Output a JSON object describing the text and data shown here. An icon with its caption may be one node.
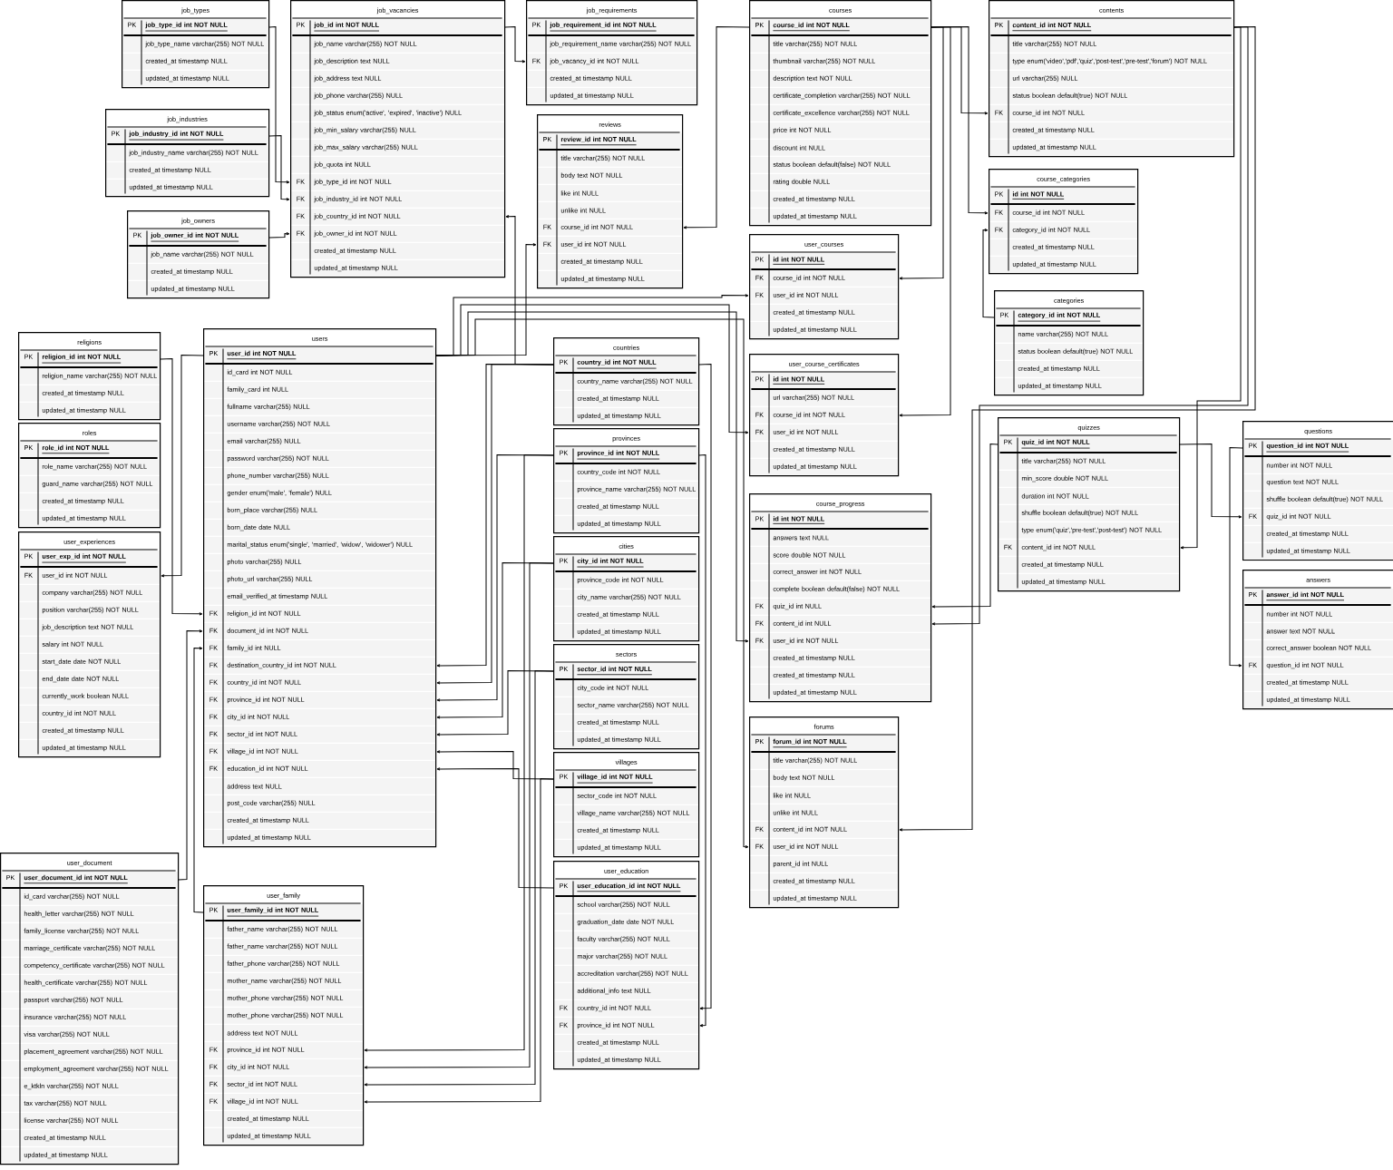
{
  "diagram": {
    "nodes": [
      {
        "text": [
          "job_types"
        ]
      },
      {
        "text": [
          "PK",
          "job_type_id int NOT NULL"
        ],
        "in": 0
      },
      {
        "text": [
          "job_type_name varchar(255) NOT NULL"
        ],
        "in": 0
      },
      {
        "text": [
          "created_at timestamp NULL"
        ],
        "in": 0
      },
      {
        "text": [
          "updated_at timestamp NULL"
        ],
        "in": 0
      },
      {
        "text": [
          "job_industries"
        ]
      },
      {
        "text": [
          "PK",
          "job_industry_id int NOT NULL"
        ],
        "in": 5
      },
      {
        "text": [
          "job_industry_name varchar(255) NOT NULL"
        ],
        "in": 5
      },
      {
        "text": [
          "created_at timestamp NULL"
        ],
        "in": 5
      },
      {
        "text": [
          "updated_at timestamp NULL"
        ],
        "in": 5
      },
      {
        "text": [
          "job_owners"
        ]
      },
      {
        "text": [
          "PK",
          "job_owner_id int NOT NULL"
        ],
        "in": 10
      },
      {
        "text": [
          "job_name varchar(255) NOT NULL"
        ],
        "in": 10
      },
      {
        "text": [
          "created_at timestamp NULL"
        ],
        "in": 10
      },
      {
        "text": [
          "updated_at timestamp NULL"
        ],
        "in": 10
      },
      {
        "text": [
          "job_vacancies"
        ]
      },
      {
        "text": [
          "PK",
          "job_id int NOT NULL"
        ],
        "in": 15
      },
      {
        "text": [
          "job_name varchar(255) NOT NULL"
        ],
        "in": 15
      },
      {
        "text": [
          "job_description text NULL"
        ],
        "in": 15
      },
      {
        "text": [
          "job_address text NULL"
        ],
        "in": 15
      },
      {
        "text": [
          "job_phone varchar(255) NULL"
        ],
        "in": 15
      },
      {
        "text": [
          "job_status enum('active', 'expired', 'inactive') NULL"
        ],
        "in": 15
      },
      {
        "text": [
          "job_min_salary varchar(255) NULL"
        ],
        "in": 15
      },
      {
        "text": [
          "job_max_salary varchar(255) NULL"
        ],
        "in": 15
      },
      {
        "text": [
          "job_quota int NULL"
        ],
        "in": 15
      },
      {
        "text": [
          "FK",
          "job_type_id int NOT NULL"
        ],
        "in": 15
      },
      {
        "text": [
          "FK",
          "job_industry_id int NOT NULL"
        ],
        "in": 15
      },
      {
        "text": [
          "FK",
          "job_country_id int NOT NULL"
        ],
        "in": 15
      },
      {
        "text": [
          "FK",
          "job_owner_id int NOT NULL"
        ],
        "in": 15
      },
      {
        "text": [
          "created_at timestamp NULL"
        ],
        "in": 15
      },
      {
        "text": [
          "updated_at timestamp NULL"
        ],
        "in": 15
      },
      {
        "text": [
          "job_requirements"
        ]
      },
      {
        "text": [
          "PK",
          "job_requirement_id int NOT NULL"
        ],
        "in": 31
      },
      {
        "text": [
          "job_requirement_name varchar(255) NOT NULL"
        ],
        "in": 31
      },
      {
        "text": [
          "FK",
          "job_vacancy_id int NOT NULL"
        ],
        "in": 31
      },
      {
        "text": [
          "created_at timestamp NULL"
        ],
        "in": 31
      },
      {
        "text": [
          "updated_at timestamp NULL"
        ],
        "in": 31
      },
      {
        "text": [
          "reviews"
        ]
      },
      {
        "text": [
          "PK",
          "review_id int NOT NULL"
        ],
        "in": 37
      },
      {
        "text": [
          "title varchar(255) NOT NULL"
        ],
        "in": 37
      },
      {
        "text": [
          "body text NOT NULL"
        ],
        "in": 37
      },
      {
        "text": [
          "like int NULL"
        ],
        "in": 37
      },
      {
        "text": [
          "unlike int NULL"
        ],
        "in": 37
      },
      {
        "text": [
          "FK",
          "course_id int NOT NULL"
        ],
        "in": 37
      },
      {
        "text": [
          "FK",
          "user_id int NOT NULL"
        ],
        "in": 37
      },
      {
        "text": [
          "created_at timestamp NULL"
        ],
        "in": 37
      },
      {
        "text": [
          "updated_at timestamp NULL"
        ],
        "in": 37
      },
      {
        "text": [
          "courses"
        ]
      },
      {
        "text": [
          "PK",
          "course_id int NOT NULL"
        ],
        "in": 47
      },
      {
        "text": [
          "title varchar(255) NOT NULL"
        ],
        "in": 47
      },
      {
        "text": [
          "thumbnail varchar(255) NOT NULL"
        ],
        "in": 47
      },
      {
        "text": [
          "description text NOT NULL"
        ],
        "in": 47
      },
      {
        "text": [
          "certificate_completion varchar(255) NOT NULL"
        ],
        "in": 47
      },
      {
        "text": [
          "certificate_excellence varchar(255) NOT NULL"
        ],
        "in": 47
      },
      {
        "text": [
          "price int NOT NULL"
        ],
        "in": 47
      },
      {
        "text": [
          "discount int NULL"
        ],
        "in": 47
      },
      {
        "text": [
          "status boolean default(false) NOT NULL"
        ],
        "in": 47
      },
      {
        "text": [
          "rating double NULL"
        ],
        "in": 47
      },
      {
        "text": [
          "created_at timestamp NULL"
        ],
        "in": 47
      },
      {
        "text": [
          "updated_at timestamp NULL"
        ],
        "in": 47
      },
      {
        "text": [
          "user_courses"
        ]
      },
      {
        "text": [
          "PK",
          "id int NOT NULL"
        ],
        "in": 60
      },
      {
        "text": [
          "FK",
          "course_id int NOT NULL"
        ],
        "in": 60
      },
      {
        "text": [
          "FK",
          "user_id int NOT NULL"
        ],
        "in": 60
      },
      {
        "text": [
          "created_at timestamp NULL"
        ],
        "in": 60
      },
      {
        "text": [
          "updated_at timestamp NULL"
        ],
        "in": 60
      },
      {
        "text": [
          "user_course_certificates"
        ]
      },
      {
        "text": [
          "PK",
          "id int NOT NULL"
        ],
        "in": 66
      },
      {
        "text": [
          "url varchar(255) NOT NULL"
        ],
        "in": 66
      },
      {
        "text": [
          "FK",
          "course_id int NOT NULL"
        ],
        "in": 66
      },
      {
        "text": [
          "FK",
          "user_id int NOT NULL"
        ],
        "in": 66
      },
      {
        "text": [
          "created_at timestamp NULL"
        ],
        "in": 66
      },
      {
        "text": [
          "updated_at timestamp NULL"
        ],
        "in": 66
      },
      {
        "text": [
          "course_progress"
        ]
      },
      {
        "text": [
          "PK",
          "id int NOT NULL"
        ],
        "in": 73
      },
      {
        "text": [
          "answers text NULL"
        ],
        "in": 73
      },
      {
        "text": [
          "score double NOT NULL"
        ],
        "in": 73
      },
      {
        "text": [
          "correct_answer int NOT NULL"
        ],
        "in": 73
      },
      {
        "text": [
          "complete boolean default(false) NOT NULL"
        ],
        "in": 73
      },
      {
        "text": [
          "FK",
          "quiz_id int NULL"
        ],
        "in": 73
      },
      {
        "text": [
          "FK",
          "content_id int NULL"
        ],
        "in": 73
      },
      {
        "text": [
          "FK",
          "user_id int NOT NULL"
        ],
        "in": 73
      },
      {
        "text": [
          "created_at timestamp NULL"
        ],
        "in": 73
      },
      {
        "text": [
          "created_at timestamp NULL"
        ],
        "in": 73
      },
      {
        "text": [
          "updated_at timestamp NULL"
        ],
        "in": 73
      },
      {
        "text": [
          "forums"
        ]
      },
      {
        "text": [
          "PK",
          "forum_id int NOT NULL"
        ],
        "in": 85
      },
      {
        "text": [
          "title varchar(255) NOT NULL"
        ],
        "in": 85
      },
      {
        "text": [
          "body text NOT NULL"
        ],
        "in": 85
      },
      {
        "text": [
          "like int NULL"
        ],
        "in": 85
      },
      {
        "text": [
          "unlike int NULL"
        ],
        "in": 85
      },
      {
        "text": [
          "FK",
          "content_id int NOT NULL"
        ],
        "in": 85
      },
      {
        "text": [
          "FK",
          "user_id int NOT NULL"
        ],
        "in": 85
      },
      {
        "text": [
          "parent_id int NULL"
        ],
        "in": 85
      },
      {
        "text": [
          "created_at timestamp NULL"
        ],
        "in": 85
      },
      {
        "text": [
          "updated_at timestamp NULL"
        ],
        "in": 85
      },
      {
        "text": [
          "contents"
        ]
      },
      {
        "text": [
          "PK",
          "content_id int NOT NULL"
        ],
        "in": 96
      },
      {
        "text": [
          "title varchar(255) NOT NULL"
        ],
        "in": 96
      },
      {
        "text": [
          "type enum('video','pdf','quiz','post-test','pre-test','forum') NOT NULL"
        ],
        "in": 96
      },
      {
        "text": [
          "url varchar(255) NULL"
        ],
        "in": 96
      },
      {
        "text": [
          "status boolean default(true) NOT NULL"
        ],
        "in": 96
      },
      {
        "text": [
          "FK",
          "course_id int NOT NULL"
        ],
        "in": 96
      },
      {
        "text": [
          "created_at timestamp NULL"
        ],
        "in": 96
      },
      {
        "text": [
          "updated_at timestamp NULL"
        ],
        "in": 96
      },
      {
        "text": [
          "course_categories"
        ]
      },
      {
        "text": [
          "PK",
          "id int NOT NULL"
        ],
        "in": 105
      },
      {
        "text": [
          "FK",
          "course_id int NOT NULL"
        ],
        "in": 105
      },
      {
        "text": [
          "FK",
          "category_id int NOT NULL"
        ],
        "in": 105
      },
      {
        "text": [
          "created_at timestamp NULL"
        ],
        "in": 105
      },
      {
        "text": [
          "updated_at timestamp NULL"
        ],
        "in": 105
      },
      {
        "text": [
          "categories"
        ]
      },
      {
        "text": [
          "PK",
          "category_id int NOT NULL"
        ],
        "in": 111
      },
      {
        "text": [
          "name varchar(255) NOT NULL"
        ],
        "in": 111
      },
      {
        "text": [
          "status boolean default(true) NOT NULL"
        ],
        "in": 111
      },
      {
        "text": [
          "created_at timestamp NULL"
        ],
        "in": 111
      },
      {
        "text": [
          "updated_at timestamp NULL"
        ],
        "in": 111
      },
      {
        "text": [
          "quizzes"
        ]
      },
      {
        "text": [
          "PK",
          "quiz_id int NOT NULL"
        ],
        "in": 117
      },
      {
        "text": [
          "title varchar(255) NOT NULL"
        ],
        "in": 117
      },
      {
        "text": [
          "min_score double NOT NULL"
        ],
        "in": 117
      },
      {
        "text": [
          "duration int NOT NULL"
        ],
        "in": 117
      },
      {
        "text": [
          "shuffle boolean default(true) NOT NULL"
        ],
        "in": 117
      },
      {
        "text": [
          "type enum('quiz','pre-test','post-test') NOT NULL"
        ],
        "in": 117
      },
      {
        "text": [
          "FK",
          "content_id int NOT NULL"
        ],
        "in": 117
      },
      {
        "text": [
          "created_at timestamp NULL"
        ],
        "in": 117
      },
      {
        "text": [
          "updated_at timestamp NULL"
        ],
        "in": 117
      },
      {
        "text": [
          "questions"
        ]
      },
      {
        "text": [
          "PK",
          "question_id int NOT NULL"
        ],
        "in": 127
      },
      {
        "text": [
          "number int NOT NULL"
        ],
        "in": 127
      },
      {
        "text": [
          "question text NOT NULL"
        ],
        "in": 127
      },
      {
        "text": [
          "shuffle boolean default(true) NOT NULL"
        ],
        "in": 127
      },
      {
        "text": [
          "FK",
          "quiz_id int NOT NULL"
        ],
        "in": 127
      },
      {
        "text": [
          "created_at timestamp NULL"
        ],
        "in": 127
      },
      {
        "text": [
          "updated_at timestamp NULL"
        ],
        "in": 127
      },
      {
        "text": [
          "answers"
        ]
      },
      {
        "text": [
          "PK",
          "answer_id int NOT NULL"
        ],
        "in": 135
      },
      {
        "text": [
          "number int NOT NULL"
        ],
        "in": 135
      },
      {
        "text": [
          "answer text NOT NULL"
        ],
        "in": 135
      },
      {
        "text": [
          "correct_answer boolean NOT NULL"
        ],
        "in": 135
      },
      {
        "text": [
          "FK",
          "question_id int NOT NULL"
        ],
        "in": 135
      },
      {
        "text": [
          "created_at timestamp NULL"
        ],
        "in": 135
      },
      {
        "text": [
          "updated_at timestamp NULL"
        ],
        "in": 135
      },
      {
        "text": [
          "religions"
        ]
      },
      {
        "text": [
          "PK",
          "religion_id int NOT NULL"
        ],
        "in": 143
      },
      {
        "text": [
          "religion_name varchar(255) NOT NULL"
        ],
        "in": 143
      },
      {
        "text": [
          "created_at timestamp NULL"
        ],
        "in": 143
      },
      {
        "text": [
          "updated_at timestamp NULL"
        ],
        "in": 143
      },
      {
        "text": [
          "roles"
        ]
      },
      {
        "text": [
          "PK",
          "role_id int NOT NULL"
        ],
        "in": 148
      },
      {
        "text": [
          "role_name varchar(255) NOT NULL"
        ],
        "in": 148
      },
      {
        "text": [
          "guard_name varchar(255) NOT NULL"
        ],
        "in": 148
      },
      {
        "text": [
          "created_at timestamp NULL"
        ],
        "in": 148
      },
      {
        "text": [
          "updated_at timestamp NULL"
        ],
        "in": 148
      },
      {
        "text": [
          "user_experiences"
        ]
      },
      {
        "text": [
          "PK",
          "user_exp_id int NOT NULL"
        ],
        "in": 154
      },
      {
        "text": [
          "FK",
          "user_id int NOT NULL"
        ],
        "in": 154
      },
      {
        "text": [
          "company varchar(255) NOT NULL"
        ],
        "in": 154
      },
      {
        "text": [
          "position varchar(255) NOT NULL"
        ],
        "in": 154
      },
      {
        "text": [
          "job_description text NOT NULL"
        ],
        "in": 154
      },
      {
        "text": [
          "salary int NOT NULL"
        ],
        "in": 154
      },
      {
        "text": [
          "start_date date NOT NULL"
        ],
        "in": 154
      },
      {
        "text": [
          "end_date date NOT NULL"
        ],
        "in": 154
      },
      {
        "text": [
          "currently_work boolean NULL"
        ],
        "in": 154
      },
      {
        "text": [
          "country_id int NOT NULL"
        ],
        "in": 154
      },
      {
        "text": [
          "created_at timestamp NULL"
        ],
        "in": 154
      },
      {
        "text": [
          "updated_at timestamp NULL"
        ],
        "in": 154
      },
      {
        "text": [
          "users"
        ]
      },
      {
        "text": [
          "PK",
          "user_id int NOT NULL"
        ],
        "in": 167
      },
      {
        "text": [
          "id_card int NOT NULL"
        ],
        "in": 167
      },
      {
        "text": [
          "family_card int NULL"
        ],
        "in": 167
      },
      {
        "text": [
          "fullname varchar(255) NULL"
        ],
        "in": 167
      },
      {
        "text": [
          "username varchar(255) NOT NULL"
        ],
        "in": 167
      },
      {
        "text": [
          "email varchar(255) NULL"
        ],
        "in": 167
      },
      {
        "text": [
          "password varchar(255) NOT NULL"
        ],
        "in": 167
      },
      {
        "text": [
          "phone_number varchar(255) NULL"
        ],
        "in": 167
      },
      {
        "text": [
          "gender enum('male', 'female') NULL"
        ],
        "in": 167
      },
      {
        "text": [
          "born_place varchar(255) NULL"
        ],
        "in": 167
      },
      {
        "text": [
          "born_date date NULL"
        ],
        "in": 167
      },
      {
        "text": [
          "marital_status enum('single', 'married', 'widow', 'widower') NULL"
        ],
        "in": 167
      },
      {
        "text": [
          "photo varchar(255) NULL"
        ],
        "in": 167
      },
      {
        "text": [
          "photo_url varchar(255) NULL"
        ],
        "in": 167
      },
      {
        "text": [
          "email_verified_at timestamp NULL"
        ],
        "in": 167
      },
      {
        "text": [
          "FK",
          "religion_id int NOT NULL"
        ],
        "in": 167
      },
      {
        "text": [
          "FK",
          "document_id int NOT NULL"
        ],
        "in": 167
      },
      {
        "text": [
          "FK",
          "family_id int NULL"
        ],
        "in": 167
      },
      {
        "text": [
          "FK",
          "destination_country_id int NOT NULL"
        ],
        "in": 167
      },
      {
        "text": [
          "FK",
          "country_id int NOT NULL"
        ],
        "in": 167
      },
      {
        "text": [
          "FK",
          "province_id int NOT NULL"
        ],
        "in": 167
      },
      {
        "text": [
          "FK",
          "city_id int NOT NULL"
        ],
        "in": 167
      },
      {
        "text": [
          "FK",
          "sector_id int NOT NULL"
        ],
        "in": 167
      },
      {
        "text": [
          "FK",
          "village_id int NOT NULL"
        ],
        "in": 167
      },
      {
        "text": [
          "FK",
          "education_id int NOT NULL"
        ],
        "in": 167
      },
      {
        "text": [
          "address text NULL"
        ],
        "in": 167
      },
      {
        "text": [
          "post_code varchar(255) NULL"
        ],
        "in": 167
      },
      {
        "text": [
          "created_at timestamp NULL"
        ],
        "in": 167
      },
      {
        "text": [
          "updated_at timestamp NULL"
        ],
        "in": 167
      },
      {
        "text": [
          "user_document"
        ]
      },
      {
        "text": [
          "PK",
          "user_document_id int NOT NULL"
        ],
        "in": 197
      },
      {
        "text": [
          "id_card varchar(255) NOT NULL"
        ],
        "in": 197
      },
      {
        "text": [
          "health_letter varchar(255) NOT NULL"
        ],
        "in": 197
      },
      {
        "text": [
          "family_license varchar(255) NOT NULL"
        ],
        "in": 197
      },
      {
        "text": [
          "marriage_certificate varchar(255) NOT NULL"
        ],
        "in": 197
      },
      {
        "text": [
          "competency_certificate varchar(255) NOT NULL"
        ],
        "in": 197
      },
      {
        "text": [
          "health_certificate varchar(255) NOT NULL"
        ],
        "in": 197
      },
      {
        "text": [
          "passport varchar(255) NOT NULL"
        ],
        "in": 197
      },
      {
        "text": [
          "insurance varchar(255) NOT NULL"
        ],
        "in": 197
      },
      {
        "text": [
          "visa varchar(255) NOT NULL"
        ],
        "in": 197
      },
      {
        "text": [
          "placement_agreement varchar(255) NOT NULL"
        ],
        "in": 197
      },
      {
        "text": [
          "employment_agreement varchar(255) NOT NULL"
        ],
        "in": 197
      },
      {
        "text": [
          "e_ktkln varchar(255) NOT NULL"
        ],
        "in": 197
      },
      {
        "text": [
          "tax varchar(255) NOT NULL"
        ],
        "in": 197
      },
      {
        "text": [
          "license varchar(255) NOT NULL"
        ],
        "in": 197
      },
      {
        "text": [
          "created_at timestamp NULL"
        ],
        "in": 197
      },
      {
        "text": [
          "updated_at timestamp NULL"
        ],
        "in": 197
      },
      {
        "text": [
          "user_family"
        ]
      },
      {
        "text": [
          "PK",
          "user_family_id int NOT NULL"
        ],
        "in": 215
      },
      {
        "text": [
          "father_name varchar(255) NOT NULL"
        ],
        "in": 215
      },
      {
        "text": [
          "father_name varchar(255) NOT NULL"
        ],
        "in": 215
      },
      {
        "text": [
          "father_phone varchar(255) NOT NULL"
        ],
        "in": 215
      },
      {
        "text": [
          "mother_name varchar(255) NOT NULL"
        ],
        "in": 215
      },
      {
        "text": [
          "mother_phone varchar(255) NOT NULL"
        ],
        "in": 215
      },
      {
        "text": [
          "mother_phone varchar(255) NOT NULL"
        ],
        "in": 215
      },
      {
        "text": [
          "address text NOT NULL"
        ],
        "in": 215
      },
      {
        "text": [
          "FK",
          "province_id int NOT NULL"
        ],
        "in": 215
      },
      {
        "text": [
          "FK",
          "city_id int NOT NULL"
        ],
        "in": 215
      },
      {
        "text": [
          "FK",
          "sector_id int NOT NULL"
        ],
        "in": 215
      },
      {
        "text": [
          "FK",
          "village_id int NOT NULL"
        ],
        "in": 215
      },
      {
        "text": [
          "created_at timestamp NULL"
        ],
        "in": 215
      },
      {
        "text": [
          "updated_at timestamp NULL"
        ],
        "in": 215
      },
      {
        "text": [
          "countries"
        ]
      },
      {
        "text": [
          "PK",
          "country_id int NOT NULL"
        ],
        "in": 230
      },
      {
        "text": [
          "country_name varchar(255) NOT NULL"
        ],
        "in": 230
      },
      {
        "text": [
          "created_at timestamp NULL"
        ],
        "in": 230
      },
      {
        "text": [
          "updated_at timestamp NULL"
        ],
        "in": 230
      },
      {
        "text": [
          "provinces"
        ]
      },
      {
        "text": [
          "PK",
          "province_id int NOT NULL"
        ],
        "in": 235
      },
      {
        "text": [
          "country_code int NOT NULL"
        ],
        "in": 235
      },
      {
        "text": [
          "province_name varchar(255) NOT NULL"
        ],
        "in": 235
      },
      {
        "text": [
          "created_at timestamp NULL"
        ],
        "in": 235
      },
      {
        "text": [
          "updated_at timestamp NULL"
        ],
        "in": 235
      },
      {
        "text": [
          "cities"
        ]
      },
      {
        "text": [
          "PK",
          "city_id int NOT NULL"
        ],
        "in": 241
      },
      {
        "text": [
          "province_code int NOT NULL"
        ],
        "in": 241
      },
      {
        "text": [
          "city_name varchar(255) NOT NULL"
        ],
        "in": 241
      },
      {
        "text": [
          "created_at timestamp NULL"
        ],
        "in": 241
      },
      {
        "text": [
          "updated_at timestamp NULL"
        ],
        "in": 241
      },
      {
        "text": [
          "sectors"
        ]
      },
      {
        "text": [
          "PK",
          "sector_id int NOT NULL"
        ],
        "in": 247
      },
      {
        "text": [
          "city_code int NOT NULL"
        ],
        "in": 247
      },
      {
        "text": [
          "sector_name varchar(255) NOT NULL"
        ],
        "in": 247
      },
      {
        "text": [
          "created_at timestamp NULL"
        ],
        "in": 247
      },
      {
        "text": [
          "updated_at timestamp NULL"
        ],
        "in": 247
      },
      {
        "text": [
          "villages"
        ]
      },
      {
        "text": [
          "PK",
          "village_id int NOT NULL"
        ],
        "in": 253
      },
      {
        "text": [
          "sector_code int NOT NULL"
        ],
        "in": 253
      },
      {
        "text": [
          "village_name varchar(255) NOT NULL"
        ],
        "in": 253
      },
      {
        "text": [
          "created_at timestamp NULL"
        ],
        "in": 253
      },
      {
        "text": [
          "updated_at timestamp NULL"
        ],
        "in": 253
      },
      {
        "text": [
          "user_education"
        ]
      },
      {
        "text": [
          "PK",
          "user_education_id int NOT NULL"
        ],
        "in": 259
      },
      {
        "text": [
          "school varchar(255) NOT NULL"
        ],
        "in": 259
      },
      {
        "text": [
          "graduation_date date NOT NULL"
        ],
        "in": 259
      },
      {
        "text": [
          "faculty varchar(255) NOT NULL"
        ],
        "in": 259
      },
      {
        "text": [
          "major varchar(255) NOT NULL"
        ],
        "in": 259
      },
      {
        "text": [
          "accreditation varchar(255) NOT NULL"
        ],
        "in": 259
      },
      {
        "text": [
          "additional_info text NULL"
        ],
        "in": 259
      },
      {
        "text": [
          "FK",
          "country_id int NOT NULL"
        ],
        "in": 259
      },
      {
        "text": [
          "FK",
          "province_id int NOT NULL"
        ],
        "in": 259
      },
      {
        "text": [
          "created_at timestamp NULL"
        ],
        "in": 259
      },
      {
        "text": [
          "updated_at timestamp NULL"
        ],
        "in": 259
      }
    ],
    "edges": [
      {
        "from": 1,
        "to": 25,
        "arrow": "to"
      },
      {
        "from": 6,
        "to": 26,
        "arrow": "to"
      },
      {
        "from": 11,
        "to": 28,
        "arrow": "to"
      },
      {
        "from": 231,
        "to": 27,
        "arrow": "to"
      },
      {
        "from": 16,
        "to": 34,
        "arrow": "to"
      },
      {
        "from": 48,
        "to": 43,
        "arrow": "to"
      },
      {
        "from": 168,
        "to": 44,
        "arrow": "to"
      },
      {
        "from": 48,
        "to": 62,
        "arrow": "to"
      },
      {
        "from": 168,
        "to": 63,
        "arrow": "to"
      },
      {
        "from": 48,
        "to": 69,
        "arrow": "to"
      },
      {
        "from": 168,
        "to": 70,
        "arrow": "to"
      },
      {
        "from": 48,
        "to": 102,
        "arrow": "to"
      },
      {
        "from": 48,
        "to": 107,
        "arrow": "to"
      },
      {
        "from": 112,
        "to": 108,
        "arrow": "to"
      },
      {
        "from": 118,
        "to": 132,
        "arrow": "to"
      },
      {
        "from": 128,
        "to": 140,
        "arrow": "to"
      },
      {
        "from": 97,
        "to": 124,
        "arrow": "to"
      },
      {
        "from": 118,
        "to": 79,
        "arrow": "to"
      },
      {
        "from": 97,
        "to": 80,
        "arrow": "to"
      },
      {
        "from": 168,
        "to": 81,
        "arrow": "to"
      },
      {
        "from": 97,
        "to": 91,
        "arrow": "to"
      },
      {
        "from": 168,
        "to": 92,
        "arrow": "to"
      },
      {
        "from": 144,
        "to": 183,
        "arrow": "to"
      },
      {
        "from": 168,
        "to": 156,
        "arrow": "to"
      },
      {
        "from": 198,
        "to": 184,
        "arrow": "to"
      },
      {
        "from": 216,
        "to": 185,
        "arrow": "to"
      },
      {
        "from": 231,
        "to": 186,
        "arrow": "to"
      },
      {
        "from": 231,
        "to": 187,
        "arrow": "to"
      },
      {
        "from": 236,
        "to": 188,
        "arrow": "to"
      },
      {
        "from": 242,
        "to": 189,
        "arrow": "to"
      },
      {
        "from": 248,
        "to": 190,
        "arrow": "to"
      },
      {
        "from": 254,
        "to": 191,
        "arrow": "to"
      },
      {
        "from": 260,
        "to": 192,
        "arrow": "to"
      },
      {
        "from": 236,
        "to": 224,
        "arrow": "to"
      },
      {
        "from": 242,
        "to": 225,
        "arrow": "to"
      },
      {
        "from": 248,
        "to": 226,
        "arrow": "to"
      },
      {
        "from": 254,
        "to": 227,
        "arrow": "to"
      },
      {
        "from": 231,
        "to": 267,
        "arrow": "to"
      },
      {
        "from": 236,
        "to": 268,
        "arrow": "to"
      }
    ]
  }
}
